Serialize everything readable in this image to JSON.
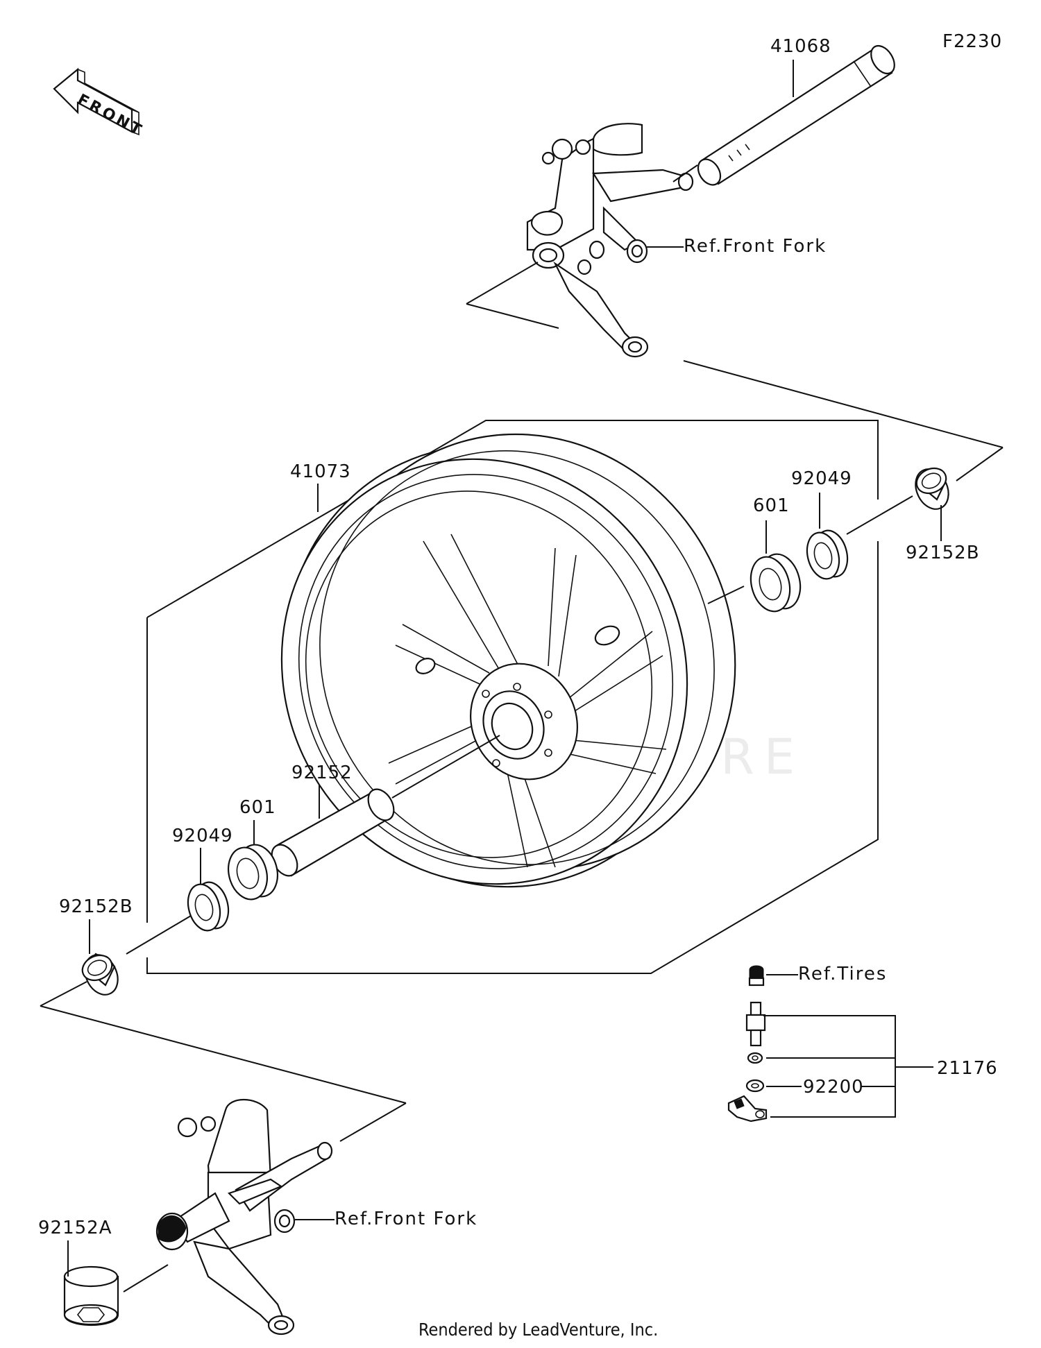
{
  "diagram_code": "F2230",
  "front_arrow_label": "FRONT",
  "watermark": "LEADVENTURE",
  "parts": {
    "axle": "41068",
    "wheel": "41073",
    "seal_right": "92049",
    "bearing_right": "601",
    "collar_right": "92152B",
    "spacer": "92152",
    "bearing_left": "601",
    "seal_left": "92049",
    "collar_left": "92152B",
    "collar_left_a": "92152A",
    "valve_assembly": "21176",
    "valve_washer": "92200"
  },
  "references": {
    "front_fork_upper": "Ref.Front Fork",
    "front_fork_lower": "Ref.Front Fork",
    "tires": "Ref.Tires"
  },
  "footer": "Rendered by LeadVenture, Inc."
}
